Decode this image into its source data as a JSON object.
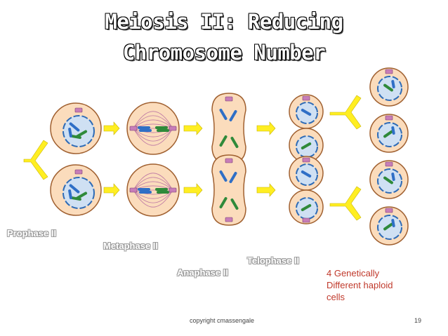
{
  "slide": {
    "title_line1": "Meiosis II: Reducing",
    "title_line2": "Chromosome Number",
    "stages": {
      "prophase": "Prophase II",
      "metaphase": "Metaphase II",
      "anaphase": "Anaphase II",
      "telophase": "Telophase II"
    },
    "result_label": [
      "4 Genetically",
      "Different haploid",
      "cells"
    ],
    "footer": "copyright cmassengale",
    "page_number": "19"
  },
  "colors": {
    "cell_fill": "#fbdcbc",
    "cell_stroke": "#a06030",
    "nucleus_fill": "#cfe0f3",
    "nucleus_stroke": "#2e6bb6",
    "chromosome_blue": "#2f6fc6",
    "chromosome_green": "#2f8a3a",
    "centriole": "#c77db8",
    "arrow": "#ffee22",
    "arrow_stroke": "#c8b400",
    "spindle": "#b0609f"
  }
}
